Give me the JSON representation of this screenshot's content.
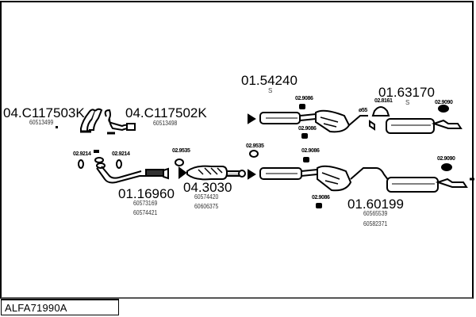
{
  "diagram": {
    "title": "ALFA71990A",
    "parts": [
      {
        "id": "manifold-left",
        "number": "04.C117503K",
        "oe_numbers": [
          "60513499"
        ]
      },
      {
        "id": "manifold-right",
        "number": "04.C117502K",
        "oe_numbers": [
          "60513498"
        ]
      },
      {
        "id": "front-pipe",
        "number": "01.16960",
        "oe_numbers": [
          "60573169",
          "60574421"
        ]
      },
      {
        "id": "catalyst",
        "number": "04.3030",
        "oe_numbers": [
          "60574420",
          "60606375"
        ]
      },
      {
        "id": "middle-silencer",
        "number": "01.54240",
        "suffix": "S",
        "oe_numbers": []
      },
      {
        "id": "rear-silencer-upper",
        "number": "01.63170",
        "suffix": "S",
        "oe_numbers": []
      },
      {
        "id": "rear-silencer-lower",
        "number": "01.60199",
        "oe_numbers": [
          "60565539",
          "60582371"
        ]
      }
    ],
    "accessories": {
      "front_pipe_mount_left": "02.9214",
      "front_pipe_mount_right": "02.9214",
      "catalyst_gasket": "02.9535",
      "middle_gasket": "02.9535",
      "upper_hanger_top": "02.9086",
      "upper_hanger_bottom": "02.9086",
      "lower_hanger_top": "02.9086",
      "lower_hanger_bottom": "02.9086",
      "rear_clamp": "02.8161",
      "rear_hanger_upper": "02.9090",
      "rear_hanger_lower": "02.9090",
      "clamp_size": "ø55"
    }
  }
}
